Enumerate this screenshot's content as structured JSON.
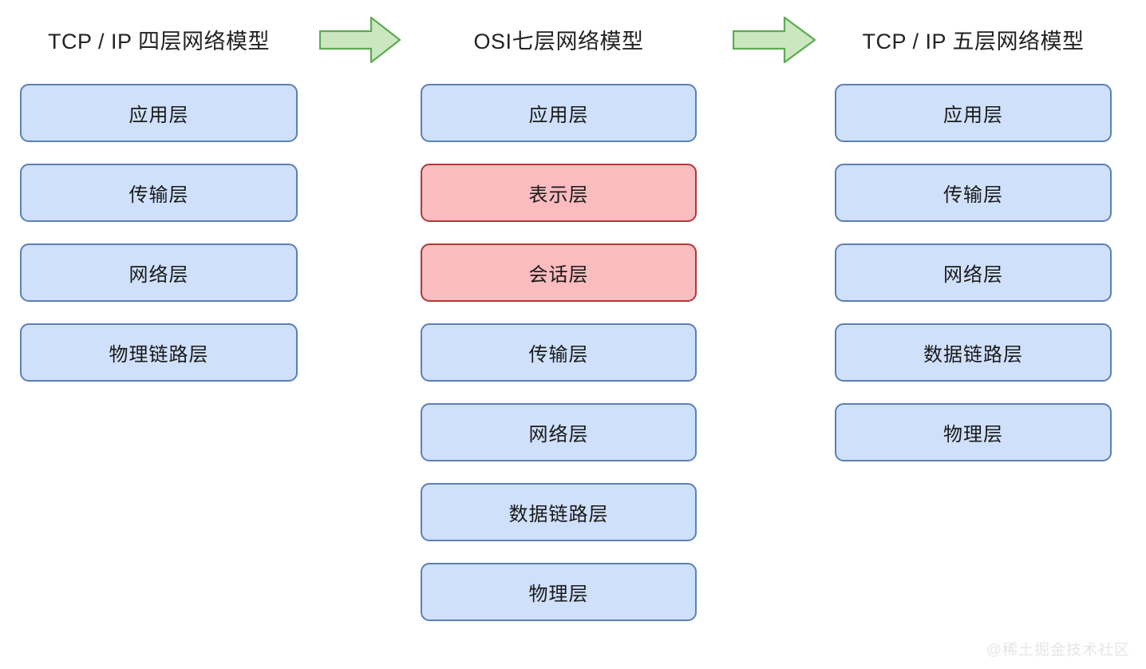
{
  "diagram": {
    "title_row": {
      "col1_title": "TCP / IP 四层网络模型",
      "col2_title": "OSI七层网络模型",
      "col3_title": "TCP / IP 五层网络模型"
    },
    "arrow_1_label": "right-arrow",
    "arrow_2_label": "right-arrow",
    "columns": [
      {
        "id": "tcpip4",
        "title": "TCP / IP 四层网络模型",
        "layers": [
          {
            "label": "应用层",
            "variant": "blue"
          },
          {
            "label": "传输层",
            "variant": "blue"
          },
          {
            "label": "网络层",
            "variant": "blue"
          },
          {
            "label": "物理链路层",
            "variant": "blue"
          }
        ]
      },
      {
        "id": "osi7",
        "title": "OSI七层网络模型",
        "layers": [
          {
            "label": "应用层",
            "variant": "blue"
          },
          {
            "label": "表示层",
            "variant": "red"
          },
          {
            "label": "会话层",
            "variant": "red"
          },
          {
            "label": "传输层",
            "variant": "blue"
          },
          {
            "label": "网络层",
            "variant": "blue"
          },
          {
            "label": "数据链路层",
            "variant": "blue"
          },
          {
            "label": "物理层",
            "variant": "blue"
          }
        ]
      },
      {
        "id": "tcpip5",
        "title": "TCP / IP 五层网络模型",
        "layers": [
          {
            "label": "应用层",
            "variant": "blue"
          },
          {
            "label": "传输层",
            "variant": "blue"
          },
          {
            "label": "网络层",
            "variant": "blue"
          },
          {
            "label": "数据链路层",
            "variant": "blue"
          },
          {
            "label": "物理层",
            "variant": "blue"
          }
        ]
      }
    ],
    "colors": {
      "blue_fill": "#cfe0fb",
      "blue_border": "#5b7fb6",
      "red_fill": "#fbbcbf",
      "red_border": "#ad3a3a",
      "arrow_fill": "#cbe7c0",
      "arrow_border": "#5cab52",
      "title_text": "#222222",
      "background": "#ffffff"
    },
    "watermark": "@稀土掘金技术社区"
  }
}
